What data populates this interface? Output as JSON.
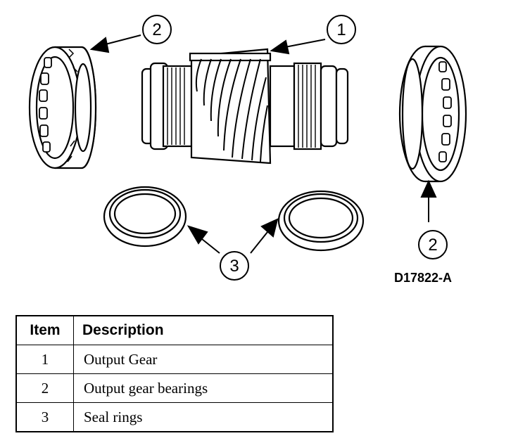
{
  "figure_id": "D17822-A",
  "callouts": {
    "c1": "1",
    "c2a": "2",
    "c2b": "2",
    "c3": "3"
  },
  "table": {
    "headers": {
      "item": "Item",
      "description": "Description"
    },
    "rows": [
      {
        "item": "1",
        "description": "Output Gear"
      },
      {
        "item": "2",
        "description": "Output gear bearings"
      },
      {
        "item": "3",
        "description": "Seal rings"
      }
    ]
  }
}
